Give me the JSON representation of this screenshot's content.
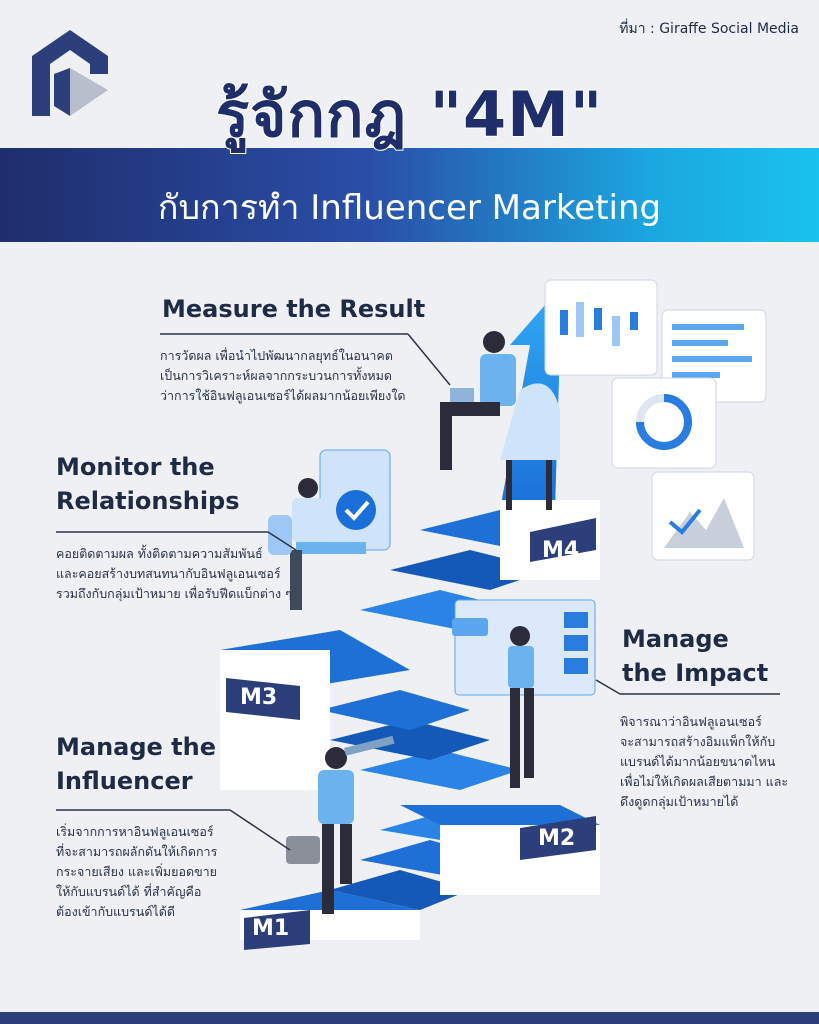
{
  "source": "ที่มา : Giraffe Social Media",
  "title": "รู้จักกฎ \"4M\"",
  "subtitle": "กับการทำ Influencer Marketing",
  "steps": [
    {
      "tag": "M1",
      "heading_l1": "Manage the",
      "heading_l2": "Influencer",
      "desc": [
        "เริ่มจากการหาอินฟลูเอนเซอร์",
        "ที่จะสามารถผลักดันให้เกิดการ",
        "กระจายเสียง และเพิ่มยอดขาย",
        "ให้กับแบรนด์ได้ ที่สำคัญคือ",
        "ต้องเข้ากับแบรนด์ได้ดี"
      ]
    },
    {
      "tag": "M2",
      "heading_l1": "Manage",
      "heading_l2": "the Impact",
      "desc": [
        "พิจารณาว่าอินฟลูเอนเซอร์",
        "จะสามารถสร้างอิมแพ็กให้กับ",
        "แบรนด์ได้มากน้อยขนาดไหน",
        "เพื่อไม่ให้เกิดผลเสียตามมา และ",
        "ดึงดูดกลุ่มเป้าหมายได้"
      ]
    },
    {
      "tag": "M3",
      "heading_l1": "Monitor the",
      "heading_l2": "Relationships",
      "desc": [
        "คอยติดตามผล ทั้งติดตามความสัมพันธ์",
        "และคอยสร้างบทสนทนากับอินฟลูเอนเซอร์",
        "รวมถึงกับกลุ่มเป้าหมาย เพื่อรับฟีดแบ็กต่าง ๆ"
      ]
    },
    {
      "tag": "M4",
      "heading_l1": "Measure the Result",
      "heading_l2": "",
      "desc": [
        "การวัดผล เพื่อนำไปพัฒนากลยุทธ์ในอนาคต",
        "เป็นการวิเคราะห์ผลจากกระบวนการทั้งหมด",
        "ว่าการใช้อินฟลูเอนเซอร์ได้ผลมากน้อยเพียงใด"
      ]
    }
  ],
  "colors": {
    "navy": "#1f2d6b",
    "blue": "#2a4ea8",
    "cyan": "#19c2ee",
    "stair": "#1e6fd6"
  }
}
